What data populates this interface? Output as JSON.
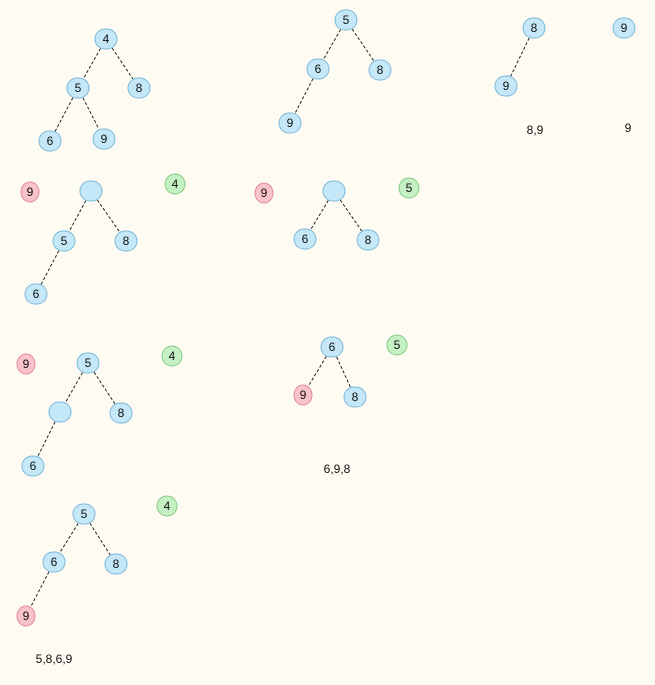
{
  "colors": {
    "background": "#fefbf3",
    "tree_fill": "#c5e8f8",
    "tree_stroke": "#7ab8d8",
    "removed_fill": "#f9c3cb",
    "removed_stroke": "#e28a98",
    "extracted_fill": "#c5f0c3",
    "extracted_stroke": "#86c987"
  },
  "panels": [
    {
      "id": "p1",
      "nodes": [
        {
          "id": "a",
          "label": "4",
          "style": "tree"
        },
        {
          "id": "b",
          "label": "5",
          "style": "tree"
        },
        {
          "id": "c",
          "label": "8",
          "style": "tree"
        },
        {
          "id": "d",
          "label": "6",
          "style": "tree"
        },
        {
          "id": "e",
          "label": "9",
          "style": "tree"
        }
      ],
      "edges": [
        [
          "a",
          "b"
        ],
        [
          "a",
          "c"
        ],
        [
          "b",
          "d"
        ],
        [
          "b",
          "e"
        ]
      ],
      "caption": ""
    },
    {
      "id": "p2",
      "nodes": [
        {
          "id": "a",
          "label": "5",
          "style": "tree"
        },
        {
          "id": "b",
          "label": "6",
          "style": "tree"
        },
        {
          "id": "c",
          "label": "8",
          "style": "tree"
        },
        {
          "id": "d",
          "label": "9",
          "style": "tree"
        }
      ],
      "edges": [
        [
          "a",
          "b"
        ],
        [
          "a",
          "c"
        ],
        [
          "b",
          "d"
        ]
      ],
      "caption": ""
    },
    {
      "id": "p3",
      "nodes": [
        {
          "id": "a",
          "label": "8",
          "style": "tree"
        },
        {
          "id": "b",
          "label": "9",
          "style": "tree"
        }
      ],
      "edges": [
        [
          "a",
          "b"
        ]
      ],
      "caption": "8,9"
    },
    {
      "id": "p4",
      "nodes": [
        {
          "id": "a",
          "label": "9",
          "style": "tree"
        }
      ],
      "edges": [],
      "caption": "9"
    },
    {
      "id": "p5",
      "nodes": [
        {
          "id": "r",
          "label": "9",
          "style": "removed"
        },
        {
          "id": "a",
          "label": "",
          "style": "tree"
        },
        {
          "id": "x",
          "label": "4",
          "style": "extracted"
        },
        {
          "id": "b",
          "label": "5",
          "style": "tree"
        },
        {
          "id": "c",
          "label": "8",
          "style": "tree"
        },
        {
          "id": "d",
          "label": "6",
          "style": "tree"
        }
      ],
      "edges": [
        [
          "a",
          "b"
        ],
        [
          "a",
          "c"
        ],
        [
          "b",
          "d"
        ]
      ],
      "caption": ""
    },
    {
      "id": "p6",
      "nodes": [
        {
          "id": "r",
          "label": "9",
          "style": "removed"
        },
        {
          "id": "a",
          "label": "",
          "style": "tree"
        },
        {
          "id": "x",
          "label": "5",
          "style": "extracted"
        },
        {
          "id": "b",
          "label": "6",
          "style": "tree"
        },
        {
          "id": "c",
          "label": "8",
          "style": "tree"
        }
      ],
      "edges": [
        [
          "a",
          "b"
        ],
        [
          "a",
          "c"
        ]
      ],
      "caption": ""
    },
    {
      "id": "p7",
      "nodes": [
        {
          "id": "r",
          "label": "9",
          "style": "removed"
        },
        {
          "id": "a",
          "label": "5",
          "style": "tree"
        },
        {
          "id": "x",
          "label": "4",
          "style": "extracted"
        },
        {
          "id": "b",
          "label": "",
          "style": "tree"
        },
        {
          "id": "c",
          "label": "8",
          "style": "tree"
        },
        {
          "id": "d",
          "label": "6",
          "style": "tree"
        }
      ],
      "edges": [
        [
          "a",
          "b"
        ],
        [
          "a",
          "c"
        ],
        [
          "b",
          "d"
        ]
      ],
      "caption": ""
    },
    {
      "id": "p8",
      "nodes": [
        {
          "id": "a",
          "label": "6",
          "style": "tree"
        },
        {
          "id": "x",
          "label": "5",
          "style": "extracted"
        },
        {
          "id": "b",
          "label": "9",
          "style": "removed"
        },
        {
          "id": "c",
          "label": "8",
          "style": "tree"
        }
      ],
      "edges": [
        [
          "a",
          "b"
        ],
        [
          "a",
          "c"
        ]
      ],
      "caption": "6,9,8"
    },
    {
      "id": "p9",
      "nodes": [
        {
          "id": "a",
          "label": "5",
          "style": "tree"
        },
        {
          "id": "x",
          "label": "4",
          "style": "extracted"
        },
        {
          "id": "b",
          "label": "6",
          "style": "tree"
        },
        {
          "id": "c",
          "label": "8",
          "style": "tree"
        },
        {
          "id": "d",
          "label": "9",
          "style": "removed"
        }
      ],
      "edges": [
        [
          "a",
          "b"
        ],
        [
          "a",
          "c"
        ],
        [
          "b",
          "d"
        ]
      ],
      "caption": "5,8,6,9"
    }
  ]
}
